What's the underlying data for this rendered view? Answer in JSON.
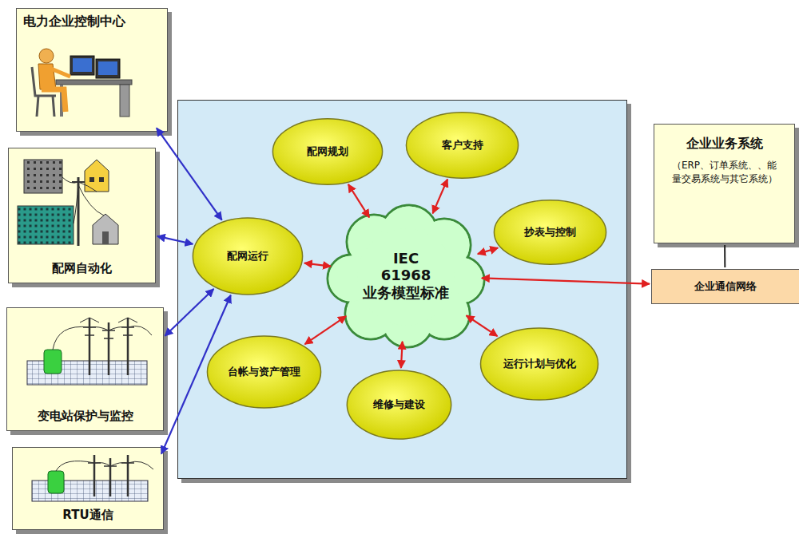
{
  "diagram": {
    "nodes": [
      {
        "text": [
          "电力企业控制中心"
        ]
      },
      {
        "text": [
          "配网自动化"
        ]
      },
      {
        "text": [
          "变电站保护与监控"
        ]
      },
      {
        "text": [
          "RTU通信"
        ]
      },
      {
        "text": [
          "配网规划"
        ]
      },
      {
        "text": [
          "客户支持"
        ]
      },
      {
        "text": [
          "抄表与控制"
        ]
      },
      {
        "text": [
          "配网运行"
        ]
      },
      {
        "text": [
          "IEC 61968 业务模型标准"
        ]
      },
      {
        "text": [
          "台帐与资产管理"
        ]
      },
      {
        "text": [
          "维修与建设"
        ]
      },
      {
        "text": [
          "运行计划与优化"
        ]
      },
      {
        "text": [
          "企业业务系统",
          "（ERP、订单系统、、能量交易系统与其它系统）"
        ]
      },
      {
        "text": [
          "企业通信网络"
        ]
      }
    ],
    "edges": [
      {
        "from": 0,
        "to": 7,
        "arrow": "both"
      },
      {
        "from": 1,
        "to": 7,
        "arrow": "both"
      },
      {
        "from": 2,
        "to": 7,
        "arrow": "both"
      },
      {
        "from": 3,
        "to": 7,
        "arrow": "both"
      },
      {
        "from": 4,
        "to": 8,
        "arrow": "both"
      },
      {
        "from": 5,
        "to": 8,
        "arrow": "both"
      },
      {
        "from": 6,
        "to": 8,
        "arrow": "both"
      },
      {
        "from": 7,
        "to": 8,
        "arrow": "both"
      },
      {
        "from": 9,
        "to": 8,
        "arrow": "both"
      },
      {
        "from": 10,
        "to": 8,
        "arrow": "both"
      },
      {
        "from": 11,
        "to": 8,
        "arrow": "both"
      },
      {
        "from": 8,
        "to": 13,
        "arrow": "both"
      },
      {
        "from": 12,
        "to": 13,
        "arrow": "none"
      }
    ]
  }
}
